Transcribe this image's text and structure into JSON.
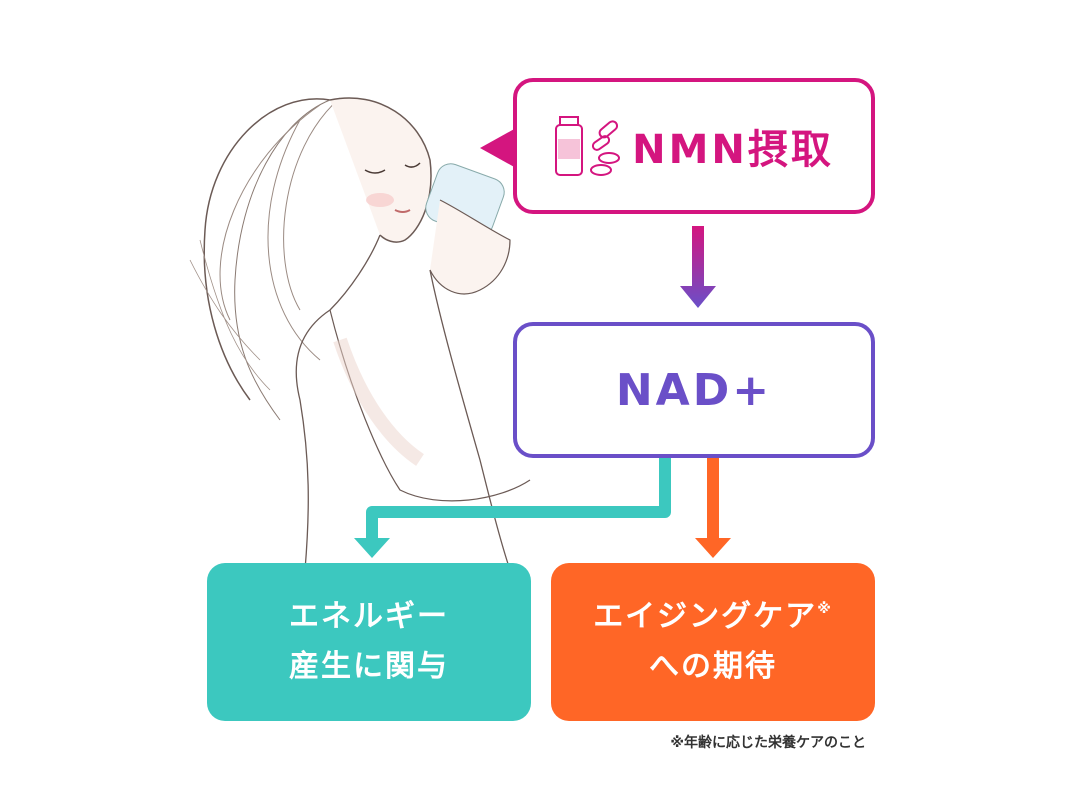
{
  "colors": {
    "nmn": "#d4157f",
    "nad": "#6a4fc8",
    "energy": "#3cc8bf",
    "aging": "#ff6626"
  },
  "nmn_box": {
    "icon": "supplement-bottle-and-pills-icon",
    "label": "NMN摂取"
  },
  "nad_box": {
    "label": "NAD+"
  },
  "energy_box": {
    "line1": "エネルギー",
    "line2": "産生に関与"
  },
  "aging_box": {
    "line1": "エイジングケア",
    "mark": "※",
    "line2": "への期待"
  },
  "footnote": "※年齢に応じた栄養ケアのこと"
}
